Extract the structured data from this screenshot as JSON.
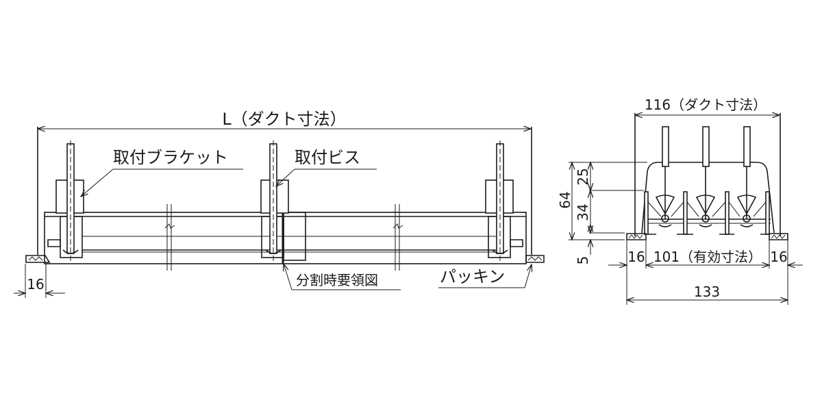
{
  "front_view": {
    "length_dim": "L（ダクト寸法）",
    "bracket_label": "取付ブラケット",
    "screw_label": "取付ビス",
    "split_label": "分割時要領図",
    "packing_label": "パッキン",
    "flange_dim": "16"
  },
  "side_view": {
    "duct_dim": "116（ダクト寸法）",
    "height_total": "64",
    "height_upper": "25",
    "height_lower": "34",
    "height_base": "5",
    "flange_left": "16",
    "effective_dim": "101（有効寸法）",
    "flange_right": "16",
    "overall_width": "133"
  },
  "colors": {
    "line": "#1a1a1a",
    "background": "#ffffff"
  }
}
